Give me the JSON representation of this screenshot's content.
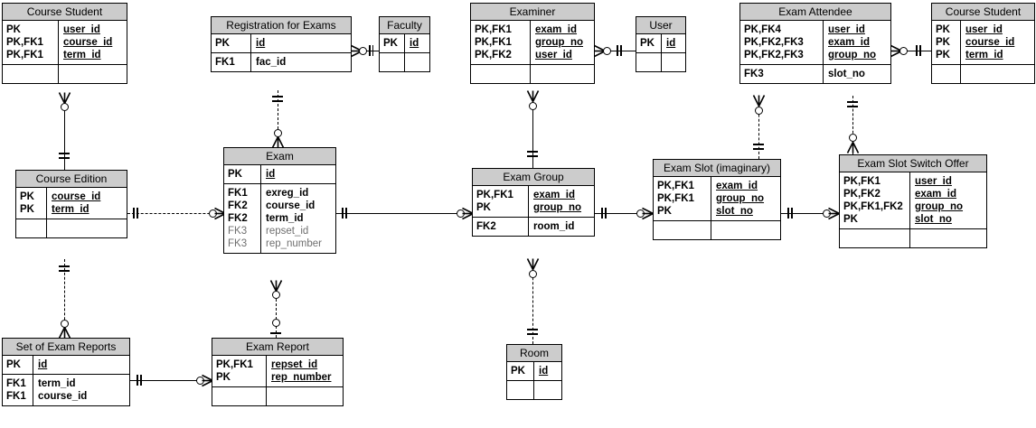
{
  "diagram": {
    "title": "Exam management ER diagram",
    "notation": "crow's foot (IE) ERD",
    "header_fill": "#cccccc",
    "line_color": "#000000",
    "background": "#ffffff"
  },
  "entities": [
    {
      "id": "course-student-top-left",
      "name": "Course Student",
      "keys": [
        "PK",
        "PK,FK1",
        "PK,FK1"
      ],
      "attributes": [
        "user_id",
        "course_id",
        "term_id"
      ],
      "underlined": [
        true,
        true,
        true
      ],
      "dim": [
        false,
        false,
        false
      ],
      "keys2": [],
      "attributes2": [],
      "dim2": []
    },
    {
      "id": "registration-for-exams",
      "name": "Registration for Exams",
      "keys": [
        "PK"
      ],
      "attributes": [
        "id"
      ],
      "underlined": [
        true
      ],
      "dim": [
        false
      ],
      "keys2": [
        "FK1"
      ],
      "attributes2": [
        "fac_id"
      ],
      "dim2": [
        false
      ]
    },
    {
      "id": "faculty",
      "name": "Faculty",
      "keys": [
        "PK"
      ],
      "attributes": [
        "id"
      ],
      "underlined": [
        true
      ],
      "dim": [
        false
      ],
      "keys2": [],
      "attributes2": [],
      "dim2": []
    },
    {
      "id": "examiner",
      "name": "Examiner",
      "keys": [
        "PK,FK1",
        "PK,FK1",
        "PK,FK2"
      ],
      "attributes": [
        "exam_id",
        "group_no",
        "user_id"
      ],
      "underlined": [
        true,
        true,
        true
      ],
      "dim": [
        false,
        false,
        false
      ],
      "keys2": [],
      "attributes2": [],
      "dim2": []
    },
    {
      "id": "user",
      "name": "User",
      "keys": [
        "PK"
      ],
      "attributes": [
        "id"
      ],
      "underlined": [
        true
      ],
      "dim": [
        false
      ],
      "keys2": [],
      "attributes2": [],
      "dim2": []
    },
    {
      "id": "exam-attendee",
      "name": "Exam Attendee",
      "keys": [
        "PK,FK4",
        "PK,FK2,FK3",
        "PK,FK2,FK3"
      ],
      "attributes": [
        "user_id",
        "exam_id",
        "group_no"
      ],
      "underlined": [
        true,
        true,
        true
      ],
      "dim": [
        false,
        false,
        false
      ],
      "keys2": [
        "FK3"
      ],
      "attributes2": [
        "slot_no"
      ],
      "dim2": [
        false
      ]
    },
    {
      "id": "course-student-top-right",
      "name": "Course Student",
      "keys": [
        "PK",
        "PK",
        "PK"
      ],
      "attributes": [
        "user_id",
        "course_id",
        "term_id"
      ],
      "underlined": [
        true,
        true,
        true
      ],
      "dim": [
        false,
        false,
        false
      ],
      "keys2": [],
      "attributes2": [],
      "dim2": []
    },
    {
      "id": "course-edition",
      "name": "Course Edition",
      "keys": [
        "PK",
        "PK"
      ],
      "attributes": [
        "course_id",
        "term_id"
      ],
      "underlined": [
        true,
        true
      ],
      "dim": [
        false,
        false
      ],
      "keys2": [],
      "attributes2": [],
      "dim2": []
    },
    {
      "id": "exam",
      "name": "Exam",
      "keys": [
        "PK"
      ],
      "attributes": [
        "id"
      ],
      "underlined": [
        true
      ],
      "dim": [
        false
      ],
      "keys2": [
        "FK1",
        "FK2",
        "FK2",
        "FK3",
        "FK3"
      ],
      "attributes2": [
        "exreg_id",
        "course_id",
        "term_id",
        "repset_id",
        "rep_number"
      ],
      "dim2": [
        false,
        false,
        false,
        true,
        true
      ]
    },
    {
      "id": "exam-group",
      "name": "Exam Group",
      "keys": [
        "PK,FK1",
        "PK"
      ],
      "attributes": [
        "exam_id",
        "group_no"
      ],
      "underlined": [
        true,
        true
      ],
      "dim": [
        false,
        false
      ],
      "keys2": [
        "FK2"
      ],
      "attributes2": [
        "room_id"
      ],
      "dim2": [
        false
      ]
    },
    {
      "id": "exam-slot",
      "name": "Exam Slot (imaginary)",
      "keys": [
        "PK,FK1",
        "PK,FK1",
        "PK"
      ],
      "attributes": [
        "exam_id",
        "group_no",
        "slot_no"
      ],
      "underlined": [
        true,
        true,
        true
      ],
      "dim": [
        false,
        false,
        false
      ],
      "keys2": [],
      "attributes2": [],
      "dim2": []
    },
    {
      "id": "exam-slot-switch-offer",
      "name": "Exam Slot Switch Offer",
      "keys": [
        "PK,FK1",
        "PK,FK2",
        "PK,FK1,FK2",
        "PK"
      ],
      "attributes": [
        "user_id",
        "exam_id",
        "group_no",
        "slot_no"
      ],
      "underlined": [
        true,
        true,
        true,
        true
      ],
      "dim": [
        false,
        false,
        false,
        false
      ],
      "keys2": [],
      "attributes2": [],
      "dim2": []
    },
    {
      "id": "set-of-exam-reports",
      "name": "Set of Exam Reports",
      "keys": [
        "PK"
      ],
      "attributes": [
        "id"
      ],
      "underlined": [
        true
      ],
      "dim": [
        false
      ],
      "keys2": [
        "FK1",
        "FK1"
      ],
      "attributes2": [
        "term_id",
        "course_id"
      ],
      "dim2": [
        false,
        false
      ]
    },
    {
      "id": "exam-report",
      "name": "Exam Report",
      "keys": [
        "PK,FK1",
        "PK"
      ],
      "attributes": [
        "repset_id",
        "rep_number"
      ],
      "underlined": [
        true,
        true
      ],
      "dim": [
        false,
        false
      ],
      "keys2": [],
      "attributes2": [],
      "dim2": []
    },
    {
      "id": "room",
      "name": "Room",
      "keys": [
        "PK"
      ],
      "attributes": [
        "id"
      ],
      "underlined": [
        true
      ],
      "dim": [
        false
      ],
      "keys2": [],
      "attributes2": [],
      "dim2": []
    }
  ],
  "relationships": [
    {
      "from": "registration-for-exams",
      "to": "faculty",
      "style": "solid",
      "from_card": "zero-or-many",
      "to_card": "one-and-only-one"
    },
    {
      "from": "examiner",
      "to": "user",
      "style": "solid",
      "from_card": "zero-or-many",
      "to_card": "one-and-only-one"
    },
    {
      "from": "exam-attendee",
      "to": "course-student-top-right",
      "style": "solid",
      "from_card": "zero-or-many",
      "to_card": "one-and-only-one"
    },
    {
      "from": "course-student-top-left",
      "to": "course-edition",
      "style": "solid",
      "from_card": "zero-or-many",
      "to_card": "one-and-only-one"
    },
    {
      "from": "registration-for-exams",
      "to": "exam",
      "style": "dashed",
      "from_card": "one-and-only-one",
      "to_card": "zero-or-many"
    },
    {
      "from": "course-edition",
      "to": "exam",
      "style": "dashed",
      "from_card": "one-and-only-one",
      "to_card": "zero-or-many"
    },
    {
      "from": "exam",
      "to": "exam-group",
      "style": "solid",
      "from_card": "one-and-only-one",
      "to_card": "zero-or-many"
    },
    {
      "from": "examiner",
      "to": "exam-group",
      "style": "solid",
      "from_card": "zero-or-many",
      "to_card": "one-and-only-one"
    },
    {
      "from": "exam-group",
      "to": "exam-slot",
      "style": "solid",
      "from_card": "one-and-only-one",
      "to_card": "zero-or-many"
    },
    {
      "from": "exam-slot",
      "to": "exam-slot-switch-offer",
      "style": "solid",
      "from_card": "one-and-only-one",
      "to_card": "zero-or-many"
    },
    {
      "from": "exam-attendee",
      "to": "exam-slot",
      "style": "dashed",
      "from_card": "zero-or-many",
      "to_card": "one-and-only-one"
    },
    {
      "from": "exam-attendee",
      "to": "exam-slot-switch-offer",
      "style": "dashed",
      "from_card": "one-and-only-one",
      "to_card": "zero-or-many"
    },
    {
      "from": "exam-attendee",
      "to": "exam-slot-switch-offer-2",
      "style": "dashed",
      "from_card": "zero-or-many",
      "to_card": "one-and-only-one"
    },
    {
      "from": "exam-group",
      "to": "room",
      "style": "dashed",
      "from_card": "zero-or-many",
      "to_card": "one-and-only-one"
    },
    {
      "from": "course-edition",
      "to": "set-of-exam-reports",
      "style": "dashed",
      "from_card": "one-and-only-one",
      "to_card": "zero-or-many"
    },
    {
      "from": "set-of-exam-reports",
      "to": "exam-report",
      "style": "solid",
      "from_card": "one-and-only-one",
      "to_card": "zero-or-many"
    },
    {
      "from": "exam",
      "to": "exam-report",
      "style": "dashed",
      "from_card": "zero-or-many",
      "to_card": "zero-or-one"
    }
  ]
}
